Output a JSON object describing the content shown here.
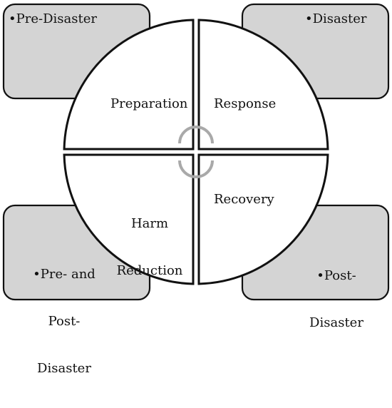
{
  "diagram": {
    "corners": {
      "top_left": "•Pre-Disaster",
      "top_right": "•Disaster",
      "bottom_left": [
        "•Pre- and",
        "Post-",
        "Disaster"
      ],
      "bottom_right": [
        "•Post-",
        "Disaster"
      ]
    },
    "quadrants": {
      "top_left": "Preparation",
      "top_right": "Response",
      "bottom_left": [
        "Harm",
        "Reduction"
      ],
      "bottom_right": "Recovery"
    },
    "colors": {
      "corner_fill": "#d4d4d4",
      "outline": "#111111",
      "cycle_arrows": "#a9a9a9"
    },
    "icons": [
      "cycle-arc-top",
      "cycle-arc-bottom"
    ]
  }
}
